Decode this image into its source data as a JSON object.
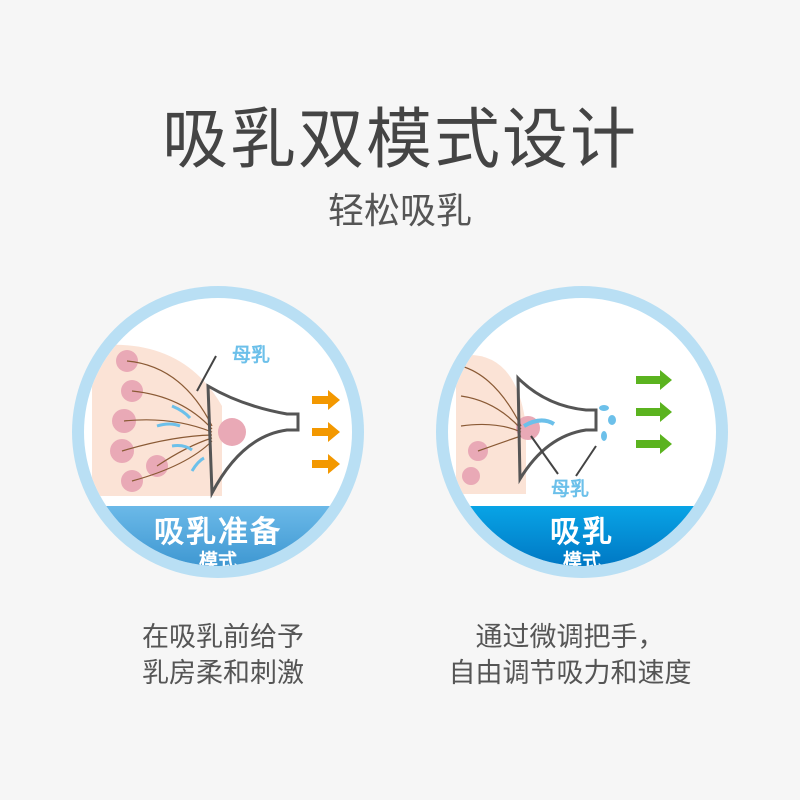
{
  "header": {
    "title": "吸乳双模式设计",
    "subtitle": "轻松吸乳"
  },
  "modes": [
    {
      "label": "母乳",
      "title": "吸乳准备",
      "sub": "模式",
      "desc_lines": [
        "在吸乳前给予",
        "乳房柔和刺激"
      ],
      "arrow_color": "#f39800"
    },
    {
      "label": "母乳",
      "title": "吸乳",
      "sub": "模式",
      "desc_lines": [
        "通过微调把手，",
        "自由调节吸力和速度"
      ],
      "arrow_color": "#5bb31f"
    }
  ]
}
